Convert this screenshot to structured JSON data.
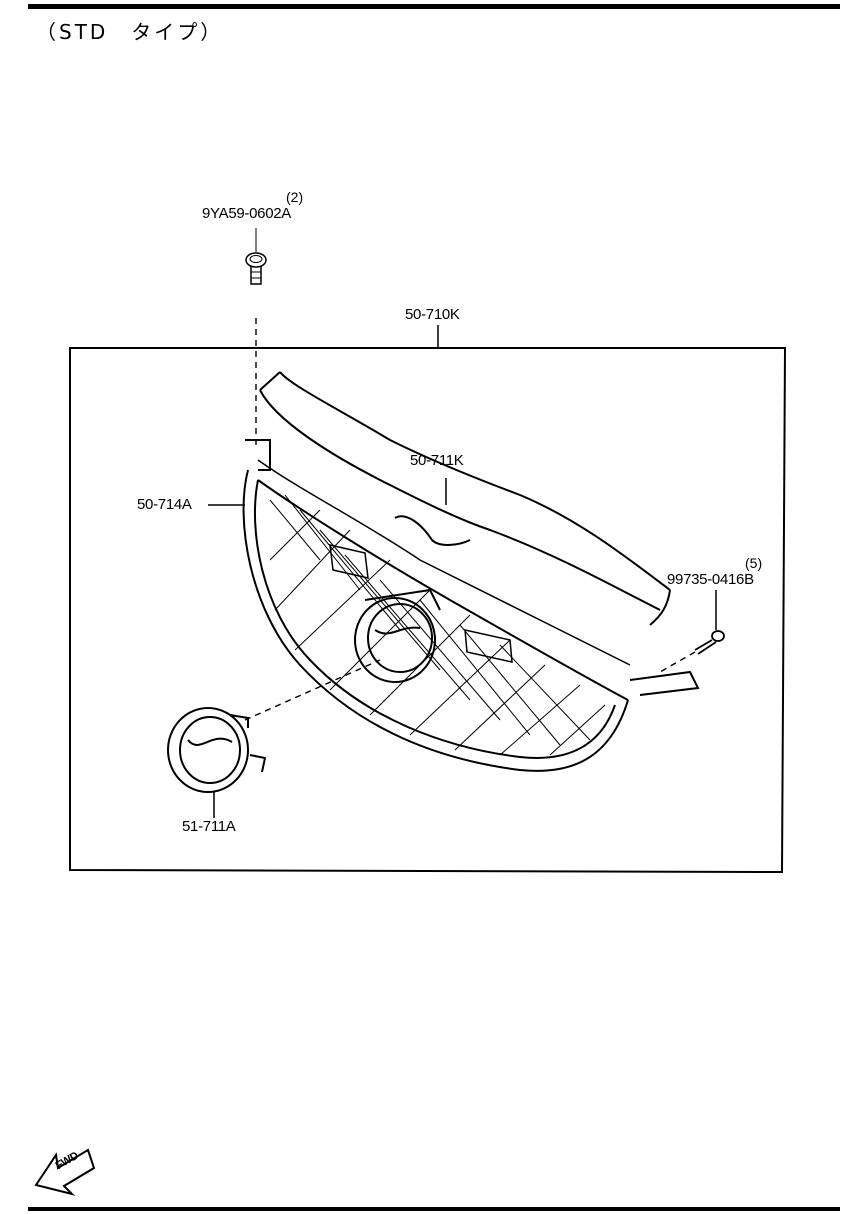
{
  "header": {
    "variant": "（STD　タイプ）"
  },
  "parts": {
    "assembly": {
      "number": "50-710K"
    },
    "grille_panel": {
      "number": "50-711K"
    },
    "mesh_grille": {
      "number": "50-714A"
    },
    "emblem": {
      "number": "51-711A"
    },
    "clip": {
      "number": "9YA59-0602A",
      "qty": "(2)"
    },
    "screw": {
      "number": "99735-0416B",
      "qty": "(5)"
    }
  },
  "footer": {
    "direction_label": "FWD"
  }
}
